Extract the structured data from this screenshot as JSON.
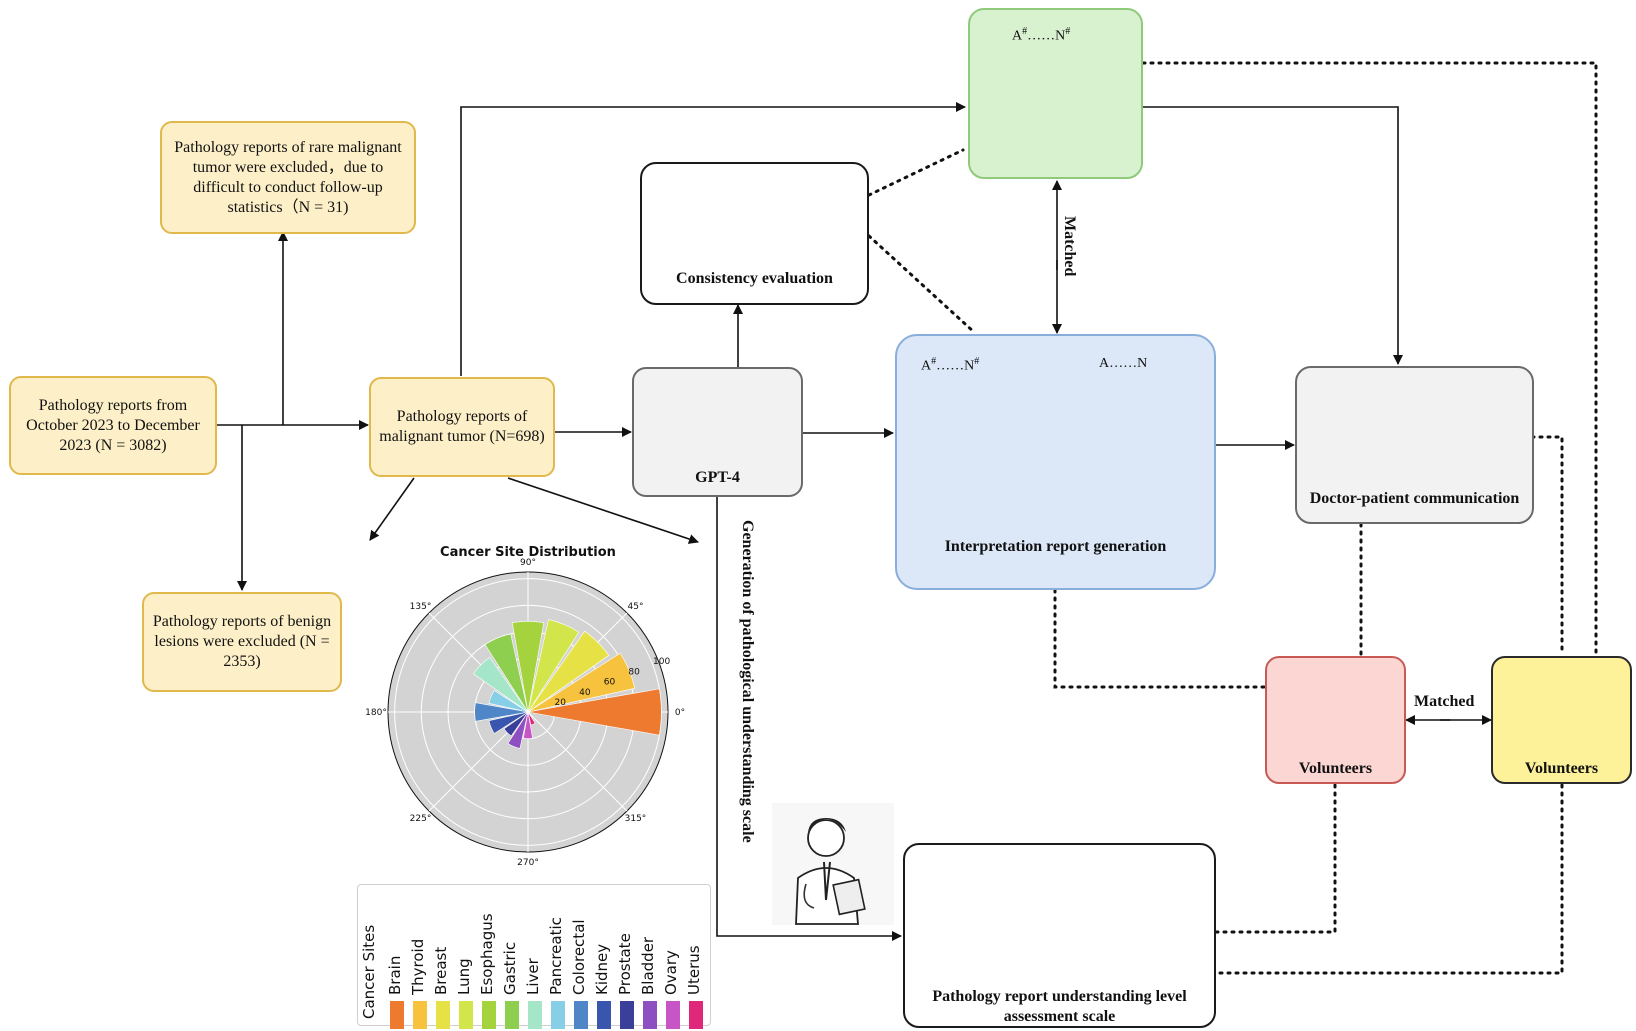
{
  "boxes": {
    "reports_total": "Pathology reports from October 2023 to December 2023 (N = 3082)",
    "rare_excluded": "Pathology reports of rare malignant tumor were excluded，due to difficult to conduct follow-up statistics（N = 31)",
    "benign_excluded": "Pathology reports of benign lesions were excluded (N = 2353)",
    "malignant": "Pathology reports of malignant tumor (N=698)",
    "gpt4": "GPT-4",
    "consistency": "Consistency evaluation",
    "interpretation": "Interpretation report generation",
    "doctor_patient": "Doctor-patient communication",
    "scale_box": "Pathology report understanding level assessment scale",
    "volunteers_1": "Volunteers",
    "volunteers_2": "Volunteers"
  },
  "labels": {
    "top_docs": "A#……N#",
    "interp_left": "A#……N#",
    "interp_right": "A……N",
    "matched_vertical": "Matched",
    "matched_volunteers": "Matched",
    "scale_vertical": "Generation of pathological understanding scale"
  },
  "chart_data": {
    "type": "polar-bar",
    "title": "Cancer Site Distribution",
    "angle_ticks": [
      "0°",
      "45°",
      "90°",
      "135°",
      "180°",
      "225°",
      "270°",
      "315°"
    ],
    "radial_ticks": [
      "20",
      "40",
      "60",
      "80",
      "100"
    ],
    "rmax": 105,
    "categories": [
      "Brain",
      "Thyroid",
      "Breast",
      "Lung",
      "Esophagus",
      "Gastric",
      "Liver",
      "Pancreatic",
      "Colorectal",
      "Kidney",
      "Prostate",
      "Bladder",
      "Ovary",
      "Uterus"
    ],
    "values": [
      100,
      82,
      74,
      71,
      68,
      60,
      50,
      30,
      40,
      30,
      22,
      28,
      20,
      10
    ],
    "angles_deg": [
      0,
      22.5,
      45,
      67.5,
      90,
      112.5,
      135,
      157.5,
      180,
      202.5,
      225,
      247.5,
      270,
      292.5
    ],
    "colors": [
      "#ee7a30",
      "#f7c23d",
      "#e6e246",
      "#d2e54b",
      "#a4d33e",
      "#8fcf4f",
      "#a6e6c8",
      "#86cfe6",
      "#4f86c8",
      "#3a55ad",
      "#3a3f9a",
      "#8e4fc0",
      "#c755c5",
      "#e0287a"
    ],
    "legend_title": "Cancer Sites"
  }
}
